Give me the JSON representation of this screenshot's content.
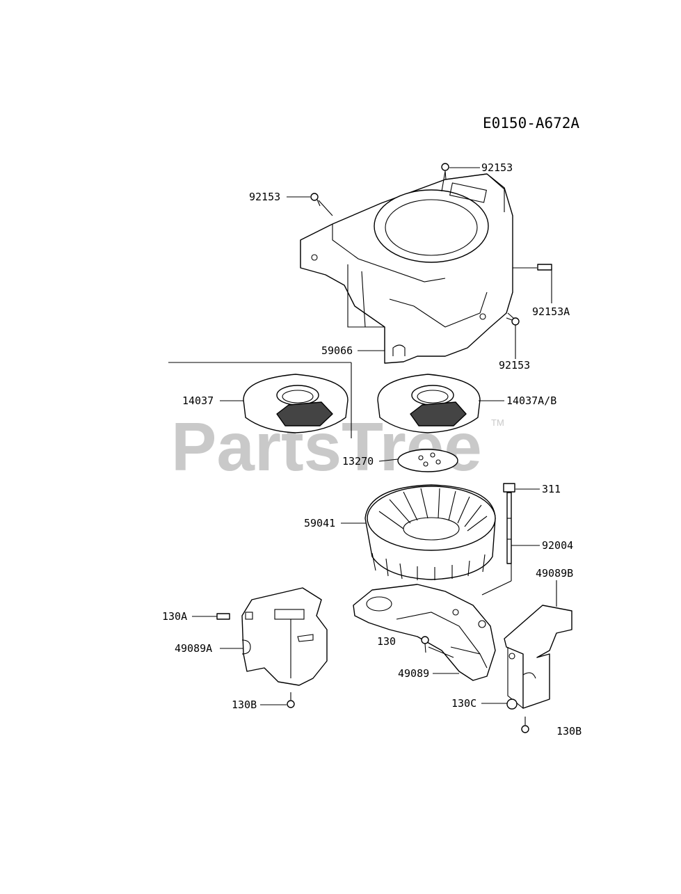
{
  "diagram": {
    "code": "E0150-A672A",
    "watermark": "PartsTree",
    "watermark_tm": "TM",
    "parts": {
      "p92153_top": "92153",
      "p92153_left": "92153",
      "p92153A": "92153A",
      "p92153_right": "92153",
      "p59066": "59066",
      "p14037": "14037",
      "p14037AB": "14037A/B",
      "p13270": "13270",
      "p311": "311",
      "p59041": "59041",
      "p92004": "92004",
      "p49089B": "49089B",
      "p130A": "130A",
      "p49089A": "49089A",
      "p130": "130",
      "p49089": "49089",
      "p130B_left": "130B",
      "p130C": "130C",
      "p130B_right": "130B"
    }
  }
}
